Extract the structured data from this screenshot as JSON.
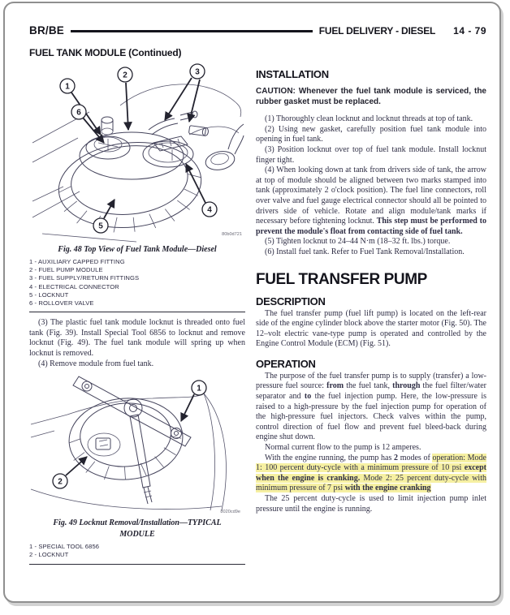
{
  "header": {
    "model": "BR/BE",
    "section": "FUEL DELIVERY - DIESEL",
    "page": "14 - 79"
  },
  "left": {
    "continued": "FUEL TANK MODULE (Continued)",
    "fig48": {
      "caption": "Fig. 48 Top View of Fuel Tank Module—Diesel",
      "code": "80b0d721",
      "callouts": [
        "1",
        "2",
        "3",
        "4",
        "5",
        "6"
      ],
      "legend": [
        "1 - AUXILIARY CAPPED FITTING",
        "2 - FUEL PUMP MODULE",
        "3 - FUEL SUPPLY/RETURN FITTINGS",
        "4 - ELECTRICAL CONNECTOR",
        "5 - LOCKNUT",
        "6 - ROLLOVER VALVE"
      ]
    },
    "para3": [
      {
        "t": "(3) The plastic fuel tank module locknut is threaded onto fuel tank (Fig. 39). Install Special Tool 6856 to locknut and remove locknut (Fig. 49). The fuel tank module will spring up when locknut is removed."
      }
    ],
    "para4": [
      {
        "t": "(4) Remove module from fuel tank."
      }
    ],
    "fig49": {
      "caption_line1": "Fig. 49 Locknut Removal/Installation—TYPICAL",
      "caption_line2": "MODULE",
      "code": "8020cd9e",
      "callouts": [
        "1",
        "2"
      ],
      "legend": [
        "1 - SPECIAL TOOL 6856",
        "2 - LOCKNUT"
      ]
    }
  },
  "right": {
    "installation_heading": "INSTALLATION",
    "caution": "CAUTION: Whenever the fuel tank module is serviced, the rubber gasket must be replaced.",
    "steps": [
      [
        {
          "t": "(1) Thoroughly clean locknut and locknut threads at top of tank."
        }
      ],
      [
        {
          "t": "(2) Using new gasket, carefully position fuel tank module into opening in fuel tank."
        }
      ],
      [
        {
          "t": "(3) Position locknut over top of fuel tank module. Install locknut finger tight."
        }
      ],
      [
        {
          "t": "(4) When looking down at tank from drivers side of tank, the arrow at top of module should be aligned between two marks stamped into tank (approximately 2 o'clock position). The fuel line connectors, roll over valve and fuel gauge electrical connector should all be pointed to drivers side of vehicle. Rotate and align module/tank marks if necessary before tightening locknut. "
        },
        {
          "t": "This step must be performed to prevent the module's float from contacting side of fuel tank.",
          "b": true
        }
      ],
      [
        {
          "t": "(5) Tighten locknut to 24–44 N·m (18–32 ft. lbs.) torque."
        }
      ],
      [
        {
          "t": "(6) Install fuel tank. Refer to Fuel Tank Removal/Installation."
        }
      ]
    ],
    "pump_title": "FUEL TRANSFER PUMP",
    "description_heading": "DESCRIPTION",
    "description": [
      {
        "t": "The fuel transfer pump (fuel lift pump) is located on the left-rear side of the engine cylinder block above the starter motor (Fig. 50). The 12–volt electric vane-type pump is operated and controlled by the Engine Control Module (ECM) (Fig. 51)."
      }
    ],
    "operation_heading": "OPERATION",
    "op1": [
      {
        "t": "The purpose of the fuel transfer pump is to supply (transfer) a low-pressure fuel source: "
      },
      {
        "t": "from",
        "b": true
      },
      {
        "t": " the fuel tank, "
      },
      {
        "t": "through",
        "b": true
      },
      {
        "t": " the fuel filter/water separator and "
      },
      {
        "t": "to",
        "b": true
      },
      {
        "t": " the fuel injection pump. Here, the low-pressure is raised to a high-pressure by the fuel injection pump for operation of the high-pressure fuel injectors. Check valves within the pump, control direction of fuel flow and prevent fuel bleed-back during engine shut down."
      }
    ],
    "op2": [
      {
        "t": "Normal current flow to the pump is 12 amperes."
      }
    ],
    "op3": [
      {
        "t": "With the engine running, the pump has "
      },
      {
        "t": "2",
        "b": true
      },
      {
        "t": " modes of "
      },
      {
        "t": "operation: Mode 1: 100 percent duty-cycle with a minimum pressure of 10 psi ",
        "h": true
      },
      {
        "t": "except when the engine is cranking.",
        "b": true,
        "h": true
      },
      {
        "t": " Mode 2: 25 percent duty-cycle with minimum pressure of 7 psi ",
        "h": true
      },
      {
        "t": "with the engine cranking",
        "b": true,
        "h": true
      }
    ],
    "op4": [
      {
        "t": "The 25 percent duty-cycle is used to limit injection pump inlet pressure until the engine is running."
      }
    ]
  },
  "colors": {
    "highlight": "#f6f0a2",
    "body_text": "#2e2d44"
  }
}
